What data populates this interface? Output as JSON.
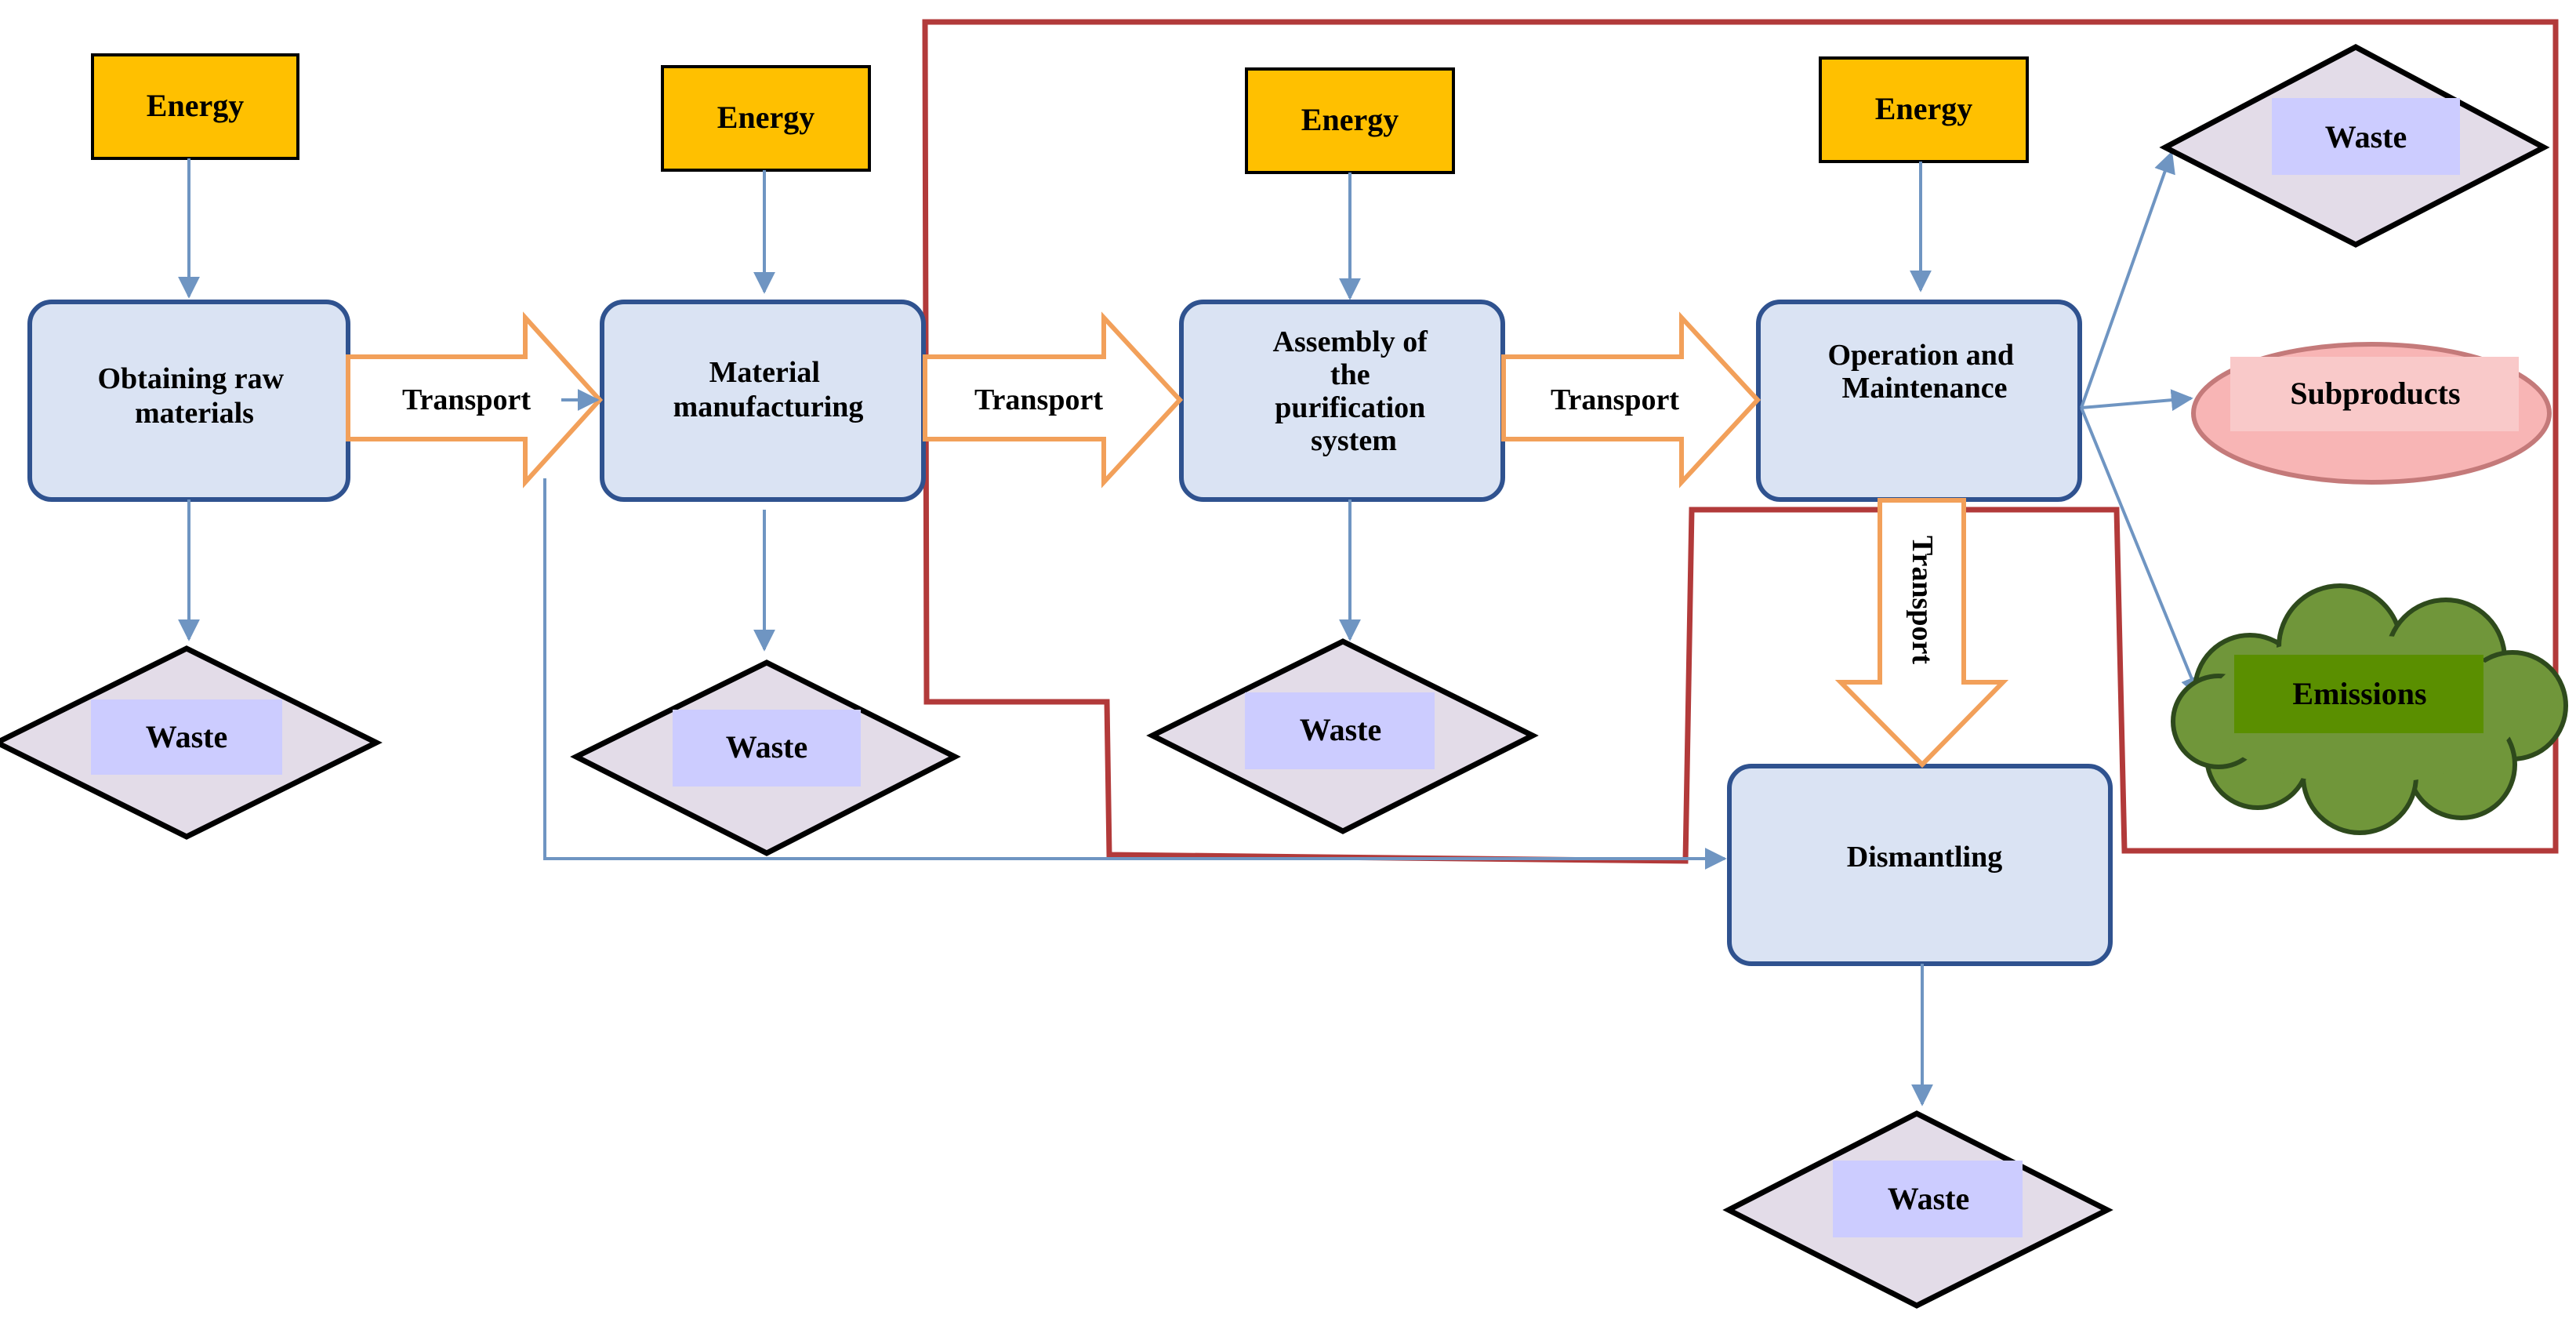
{
  "colors": {
    "energy_fill": "#FFC000",
    "process_fill": "#DAE3F3",
    "process_border": "#2F528F",
    "waste_fill": "#E3DCE8",
    "waste_label_fill": "#CCCCFF",
    "transport_arrow": "#F2A05A",
    "connector": "#6F95C2",
    "boundary": "#B23A3A",
    "subproducts_fill": "#F8B5B5",
    "emissions_fill": "#70963A",
    "emissions_label_fill": "#5A8F00"
  },
  "energy_label": "Energy",
  "waste_label": "Waste",
  "transport_label": "Transport",
  "stages": {
    "raw_materials": [
      "Obtaining raw",
      "materials"
    ],
    "manufacturing": [
      "Material",
      "manufacturing"
    ],
    "assembly": [
      "Assembly of",
      "the",
      "purification",
      "system"
    ],
    "operation": [
      "Operation and",
      "Maintenance"
    ],
    "dismantling": [
      "Dismantling"
    ]
  },
  "outputs": {
    "subproducts": "Subproducts",
    "emissions": "Emissions"
  }
}
